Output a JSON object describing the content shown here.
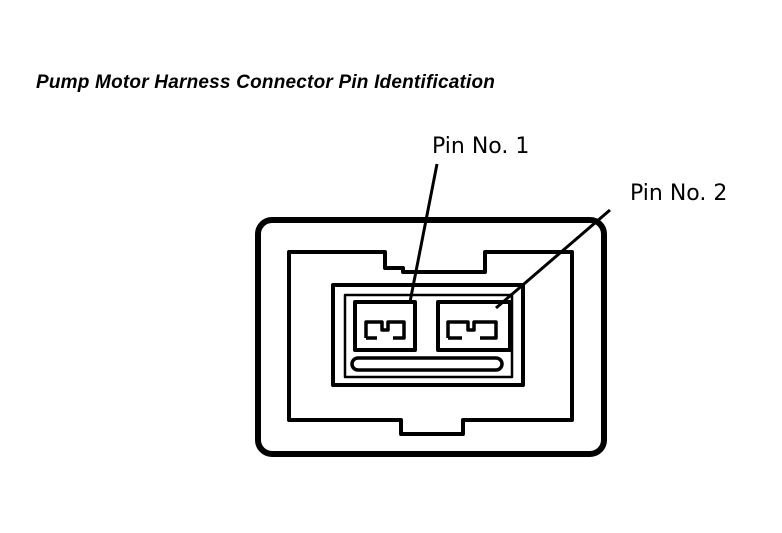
{
  "diagram": {
    "title": "Pump Motor Harness Connector Pin Identification",
    "labels": {
      "pin1": "Pin No. 1",
      "pin2": "Pin No. 2"
    },
    "colors": {
      "ink": "#000000",
      "paper": "#ffffff"
    }
  }
}
